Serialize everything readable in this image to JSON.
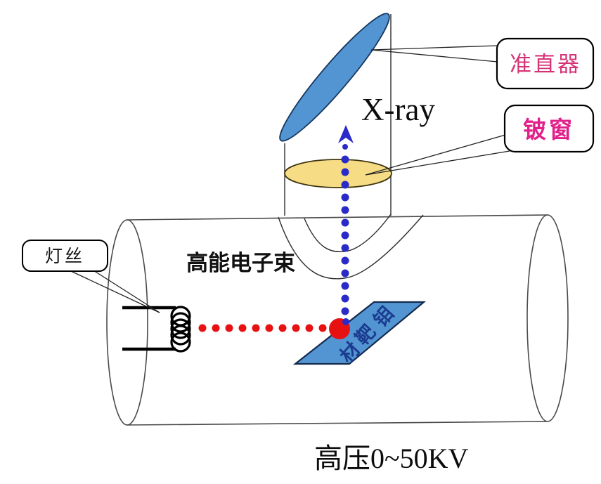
{
  "diagram": {
    "xray_label": "X-ray",
    "labels": {
      "collimator": "准直器",
      "beryllium_window": "铍窗",
      "filament": "灯丝",
      "electron_beam": "高能电子束",
      "high_voltage": "高压0~50KV",
      "target_chars": [
        "钼",
        "靶",
        "材"
      ]
    },
    "colors": {
      "steel_blue": "#5295d2",
      "steel_blue_border": "#17365d",
      "window_yellow": "#f6dd85",
      "window_border": "#3f3410",
      "beam_red": "#e81111",
      "beam_blue": "#2a2ac8",
      "label_pink": "#d63377",
      "label_magenta": "#e0218a",
      "line_gray": "#4a4a4a",
      "ink": "#111111"
    }
  }
}
